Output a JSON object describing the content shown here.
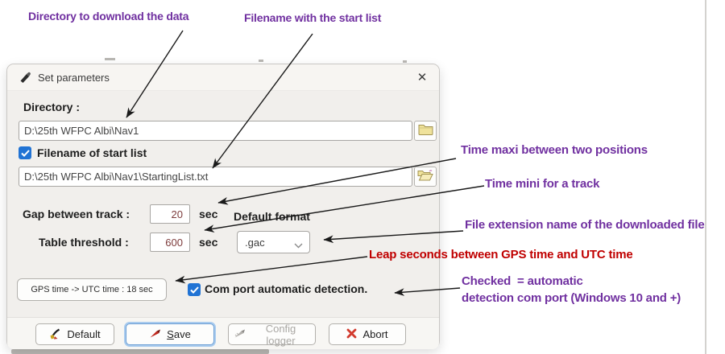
{
  "annotations": {
    "directory": "Directory to download the data",
    "filename": "Filename with the start list",
    "time_maxi": "Time maxi between two positions",
    "time_mini": "Time mini for a track",
    "file_ext": "File extension name of the downloaded file",
    "leap": "Leap seconds between GPS time and UTC time",
    "checked_line1": "Checked  = automatic",
    "checked_line2": "detection com port (Windows 10 and +)",
    "colors": {
      "purple": "#7030a0",
      "red": "#c00000",
      "arrow": "#1a1a1a"
    }
  },
  "dialog": {
    "title": "Set parameters",
    "close_glyph": "✕",
    "directory_label": "Directory :",
    "directory_value": "D:\\25th WFPC Albi\\Nav1",
    "startlist_checkbox_label": "Filename of start list",
    "startlist_value": "D:\\25th WFPC Albi\\Nav1\\StartingList.txt",
    "gap_label": "Gap between track :",
    "gap_value": "20",
    "gap_unit": "sec",
    "default_format_label": "Default format",
    "threshold_label": "Table threshold :",
    "threshold_value": "600",
    "threshold_unit": "sec",
    "format_selected": ".gac",
    "gps_button_label": "GPS time -> UTC time : 18 sec",
    "com_port_label": "Com port automatic detection.",
    "buttons": {
      "default": "Default",
      "save": "Save",
      "config": "Config logger",
      "abort": "Abort"
    },
    "accent_checkbox_blue": "#2173d4"
  }
}
